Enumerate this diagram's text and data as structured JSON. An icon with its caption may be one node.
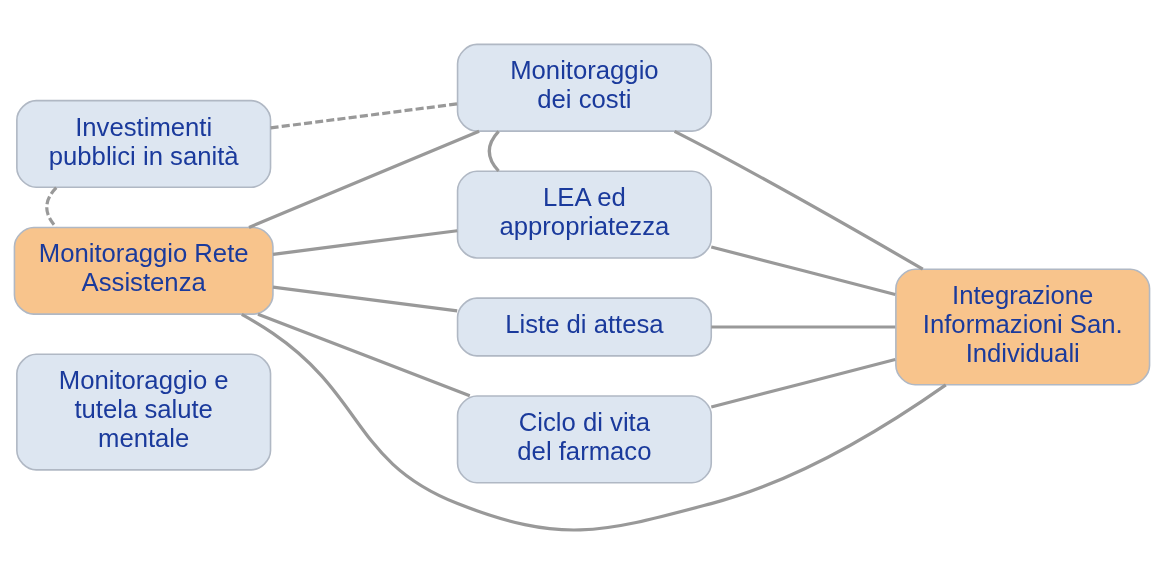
{
  "diagram": {
    "nodes": [
      {
        "text": [
          "Investimenti pubblici in sanità"
        ]
      },
      {
        "text": [
          "Monitoraggio dei costi"
        ]
      },
      {
        "text": [
          "LEA ed appropriatezza"
        ]
      },
      {
        "text": [
          "Monitoraggio Rete Assistenza"
        ]
      },
      {
        "text": [
          "Integrazione Informazioni San. Individuali"
        ]
      },
      {
        "text": [
          "Monitoraggio e tutela salute mentale"
        ]
      },
      {
        "text": [
          "Liste di attesa"
        ]
      },
      {
        "text": [
          "Ciclo di vita del farmaco"
        ]
      }
    ],
    "edges": [
      {
        "from": 0,
        "to": 1,
        "arrow": "none",
        "style": "dashed"
      },
      {
        "from": 0,
        "to": 3,
        "arrow": "none",
        "style": "dashed"
      },
      {
        "from": 1,
        "to": 2,
        "arrow": "none"
      },
      {
        "from": 3,
        "to": 1,
        "arrow": "none"
      },
      {
        "from": 3,
        "to": 2,
        "arrow": "none"
      },
      {
        "from": 3,
        "to": 4,
        "arrow": "none"
      },
      {
        "from": 3,
        "to": 6,
        "arrow": "none"
      },
      {
        "from": 3,
        "to": 7,
        "arrow": "none"
      },
      {
        "from": 1,
        "to": 4,
        "arrow": "none"
      },
      {
        "from": 2,
        "to": 4,
        "arrow": "none"
      },
      {
        "from": 6,
        "to": 4,
        "arrow": "none"
      },
      {
        "from": 7,
        "to": 4,
        "arrow": "none"
      }
    ]
  }
}
